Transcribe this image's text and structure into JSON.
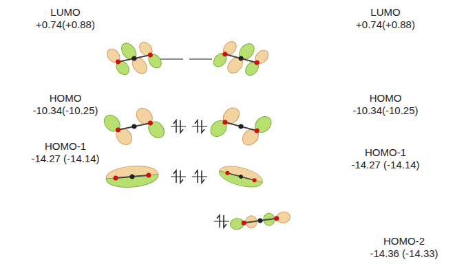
{
  "diagram": {
    "labels": [
      "LUMO",
      "+0.74(+0.88)",
      "LUMO",
      "+0.74(+0.88)",
      "HOMO",
      "-10.34(-10.25)",
      "HOMO",
      "-10.34(-10.25)",
      "HOMO-1",
      "-14.27 (-14.14)",
      "HOMO-1",
      "-14.27 (-14.14)",
      "HOMO-2",
      "-14.36 (-14.33)"
    ]
  }
}
